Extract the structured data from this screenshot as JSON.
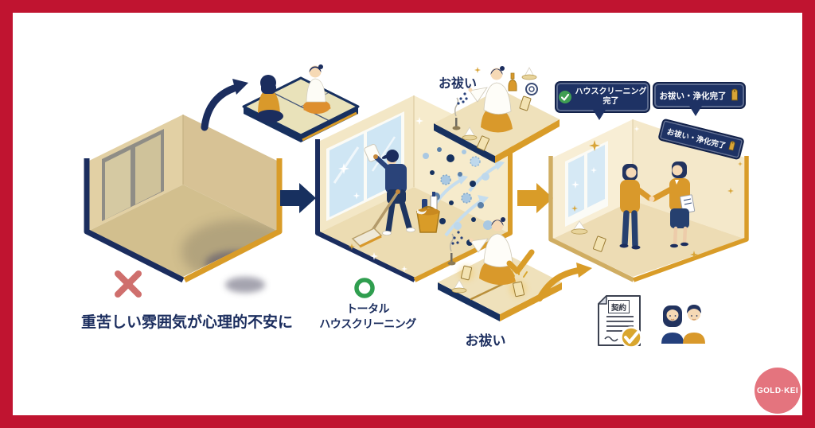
{
  "brand": {
    "logo": "GOLD·KEI"
  },
  "panel_before": {
    "caption": "重苦しい雰囲気が心理的不安に",
    "status_icon": "x-mark"
  },
  "panel_cleaning": {
    "caption_line1": "トータル",
    "caption_line2": "ハウスクリーニング",
    "purification_label_top": "お祓い",
    "purification_label_bottom": "お祓い",
    "status_icon": "circle-mark"
  },
  "panel_after": {
    "badge_cleaning": {
      "line1": "ハウスクリーニング",
      "line2": "完了",
      "icon": "check-circle"
    },
    "badge_purification": {
      "text": "お祓い・浄化完了",
      "icon": "omamori-amulet"
    },
    "wall_plaque": {
      "text": "お祓い・浄化完了",
      "icon": "omamori-amulet"
    },
    "contract": {
      "title": "契約",
      "icon": "check-circle"
    }
  },
  "colors": {
    "frame_red": "#c01430",
    "navy": "#1b2d5e",
    "gold": "#d9992b",
    "green": "#3f9e53",
    "soft_red": "#cf6f6d",
    "logo_pink": "#e4747e",
    "wall_beige": "#f3e7c6",
    "sky_blue": "#cfe6f4"
  }
}
